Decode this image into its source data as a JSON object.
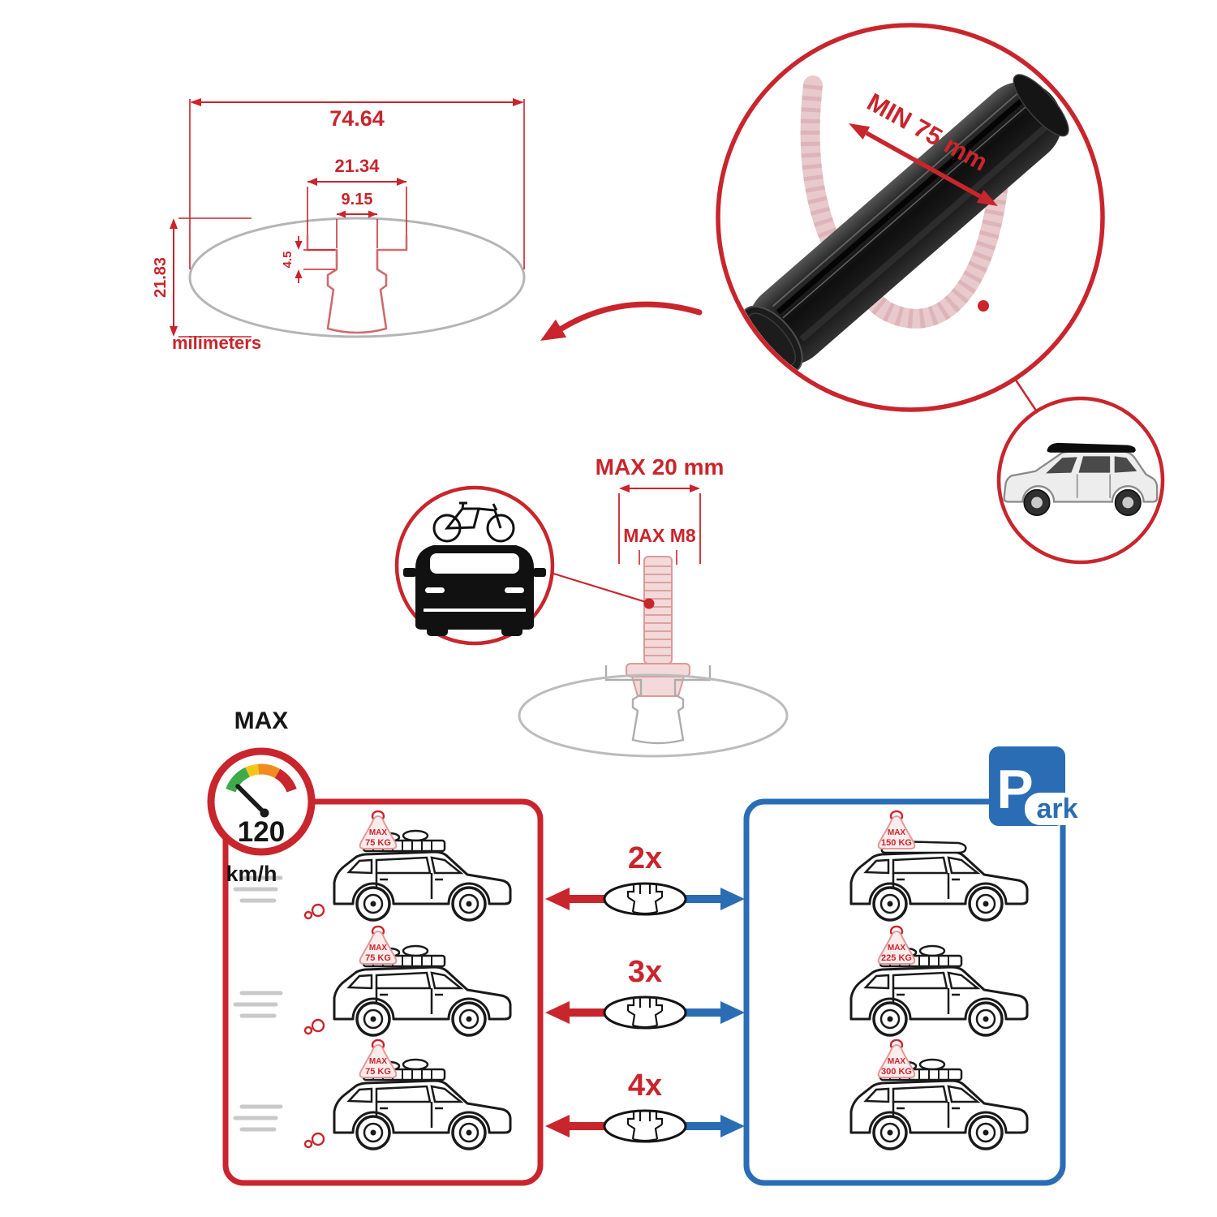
{
  "colors": {
    "accent_red": "#c9252c",
    "accent_blue": "#2a6db4",
    "ghost_pink": "#e6c3c6",
    "drawing_gray": "#b5b5b5"
  },
  "tech_drawing": {
    "dim_total_width": "74.64",
    "dim_recess_width": "21.34",
    "dim_slot_width": "9.15",
    "dim_lip_depth": "4.5",
    "dim_height": "21.83",
    "units_label": "milimeters"
  },
  "bar_closeup": {
    "min_span_label": "MIN 75 mm"
  },
  "bolt_diagram": {
    "max_width_label": "MAX 20 mm",
    "max_thread_label": "MAX M8"
  },
  "speed_gauge": {
    "title": "MAX",
    "value": "120",
    "unit": "km/h"
  },
  "driving_box": {
    "cars": [
      {
        "tag_title": "MAX",
        "tag_load": "75 KG"
      },
      {
        "tag_title": "MAX",
        "tag_load": "75 KG"
      },
      {
        "tag_title": "MAX",
        "tag_load": "75 KG"
      }
    ]
  },
  "bar_counts": [
    {
      "label": "2x"
    },
    {
      "label": "3x"
    },
    {
      "label": "4x"
    }
  ],
  "parking_box": {
    "sign_letter": "P",
    "sign_rest": "ark",
    "cars": [
      {
        "tag_title": "MAX",
        "tag_load": "150 KG"
      },
      {
        "tag_title": "MAX",
        "tag_load": "225 KG"
      },
      {
        "tag_title": "MAX",
        "tag_load": "300 KG"
      }
    ]
  }
}
